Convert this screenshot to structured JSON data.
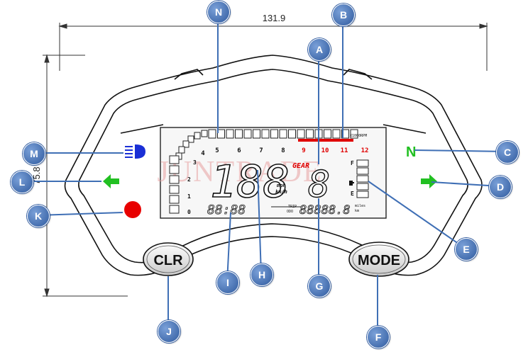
{
  "dimensions": {
    "width_label": "131.9",
    "height_label": "75.8"
  },
  "watermark": "JUNTRADE",
  "tach": {
    "scale_white": [
      "4",
      "5",
      "6",
      "7",
      "8"
    ],
    "scale_red": [
      "9",
      "10",
      "11",
      "12"
    ],
    "unit": "X1000RPM",
    "left_scale": [
      "3",
      "2",
      "1",
      "0"
    ]
  },
  "display": {
    "gear_label": "GEAR",
    "gear_digit": "8",
    "speed_digits": "188",
    "speed_unit_1": "mph",
    "speed_unit_2": "km/h",
    "clock": "88:88",
    "odo_label_1": "TRIP",
    "odo_label_2": "ODO",
    "odo_value": "88888.8",
    "odo_unit_1": "miles",
    "odo_unit_2": "km",
    "fuel_f": "F",
    "fuel_e": "E",
    "neutral": "N"
  },
  "buttons": {
    "clr": "CLR",
    "mode": "MODE"
  },
  "callouts": [
    "A",
    "B",
    "C",
    "D",
    "E",
    "F",
    "G",
    "H",
    "I",
    "J",
    "K",
    "L",
    "M",
    "N"
  ],
  "colors": {
    "callout": "#3f6fb5",
    "neutral": "#22c022",
    "arrow": "#22c022",
    "warning": "#e00000",
    "headlight": "#1a2fd6",
    "redline": "#e00000"
  }
}
